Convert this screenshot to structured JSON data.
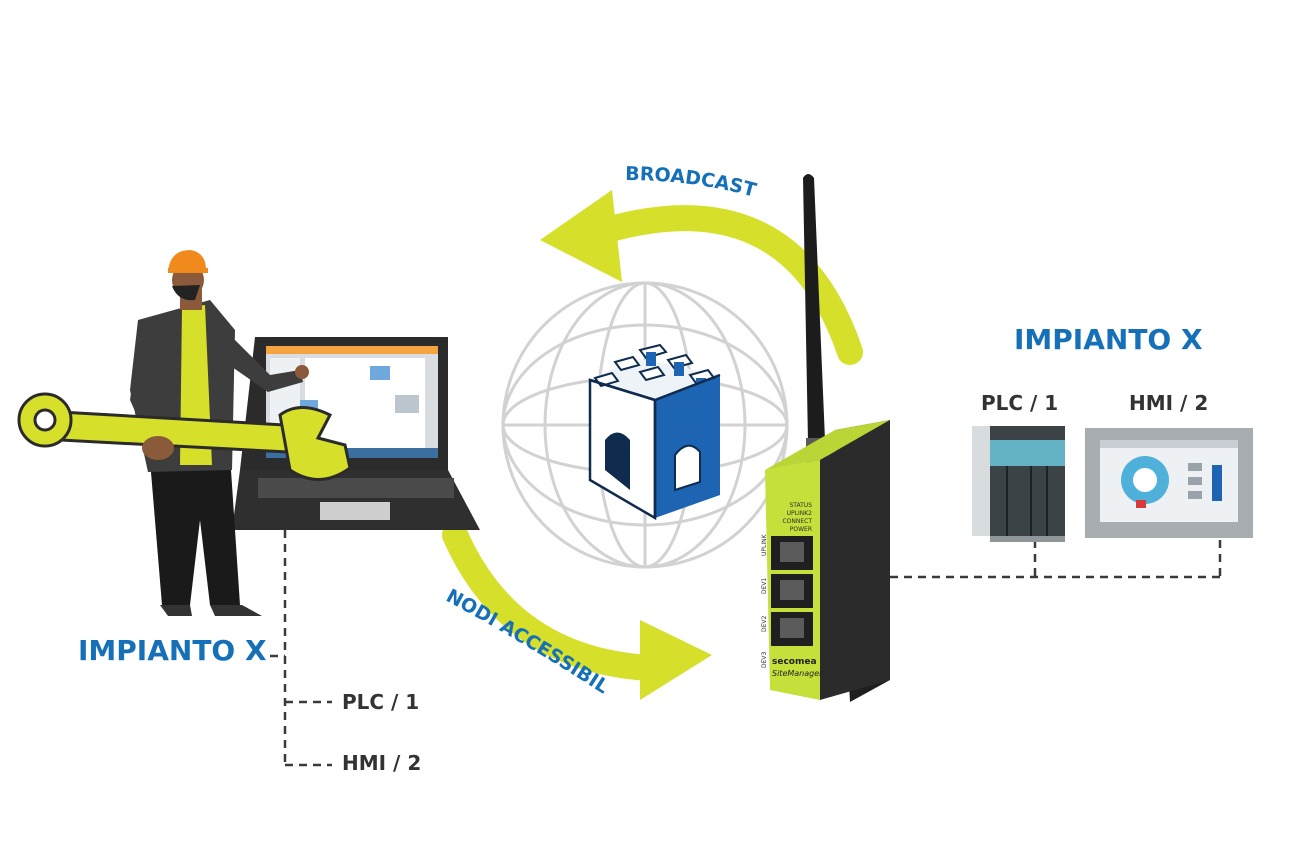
{
  "site_left": {
    "title": "IMPIANTO X",
    "nodes": [
      "PLC / 1",
      "HMI / 2"
    ]
  },
  "site_right": {
    "title": "IMPIANTO X",
    "devices": [
      "PLC / 1",
      "HMI / 2"
    ]
  },
  "flows": {
    "top": "BROADCAST",
    "bottom": "NODI ACCESSIBILI"
  },
  "router": {
    "brand": "secomea",
    "model": "SiteManager",
    "leds": [
      "STATUS",
      "UPLINK2",
      "CONNECT",
      "POWER"
    ],
    "ports": [
      "UPLINK",
      "DEV1",
      "DEV2",
      "DEV3"
    ]
  },
  "colors": {
    "accent_blue": "#1570b8",
    "arrow_lime": "#d6df2a",
    "device_lime": "#c5e03a",
    "dark": "#333333",
    "globe_grey": "#cfcfcf"
  },
  "icons": [
    "technician-icon",
    "laptop-icon",
    "wrench-icon",
    "castle-icon",
    "globe-icon",
    "router-icon",
    "antenna-icon",
    "plc-icon",
    "hmi-icon"
  ]
}
